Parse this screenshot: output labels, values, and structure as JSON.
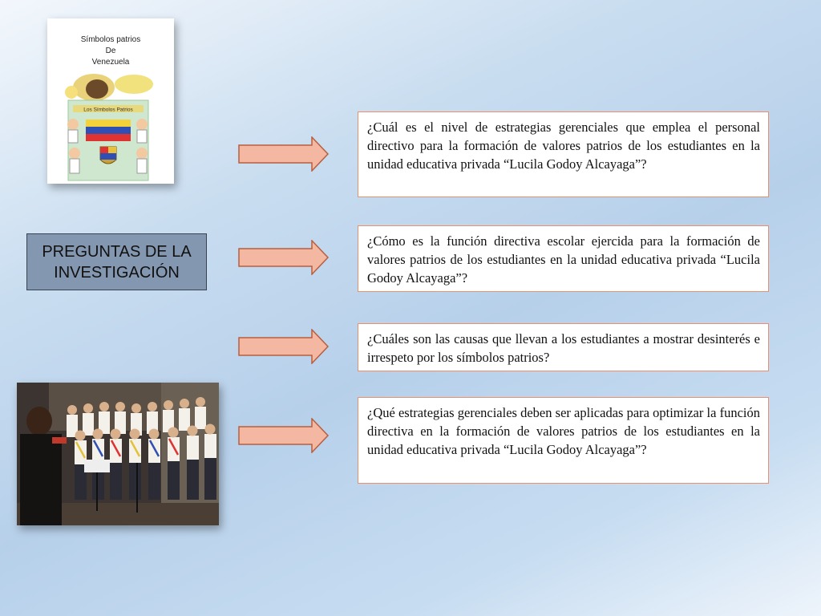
{
  "cover": {
    "title_lines": [
      "Símbolos patrios",
      "De",
      "Venezuela"
    ],
    "inner_banner": "Los Símbolos Patrios"
  },
  "title_box": {
    "line1": "PREGUNTAS DE LA",
    "line2": "INVESTIGACIÓN"
  },
  "questions": [
    "¿Cuál es el nivel de estrategias gerenciales que emplea el personal directivo para la formación de valores patrios de los estudiantes en la unidad educativa privada “Lucila Godoy Alcayaga”?",
    "¿Cómo es la función directiva escolar ejercida para la formación de valores patrios de los estudiantes en la unidad educativa privada “Lucila Godoy Alcayaga”?",
    "¿Cuáles son las causas que llevan a los estudiantes a mostrar desinterés e irrespeto por los símbolos patrios?",
    "¿Qué estrategias gerenciales deben ser aplicadas para optimizar la función directiva en la formación de valores patrios de los estudiantes en la unidad educativa privada “Lucila Godoy Alcayaga”?"
  ],
  "colors": {
    "arrow_fill": "#f4b8a2",
    "arrow_stroke": "#b75f3e",
    "qbox_border": "#e7926d",
    "title_fill": "#8497b0"
  }
}
